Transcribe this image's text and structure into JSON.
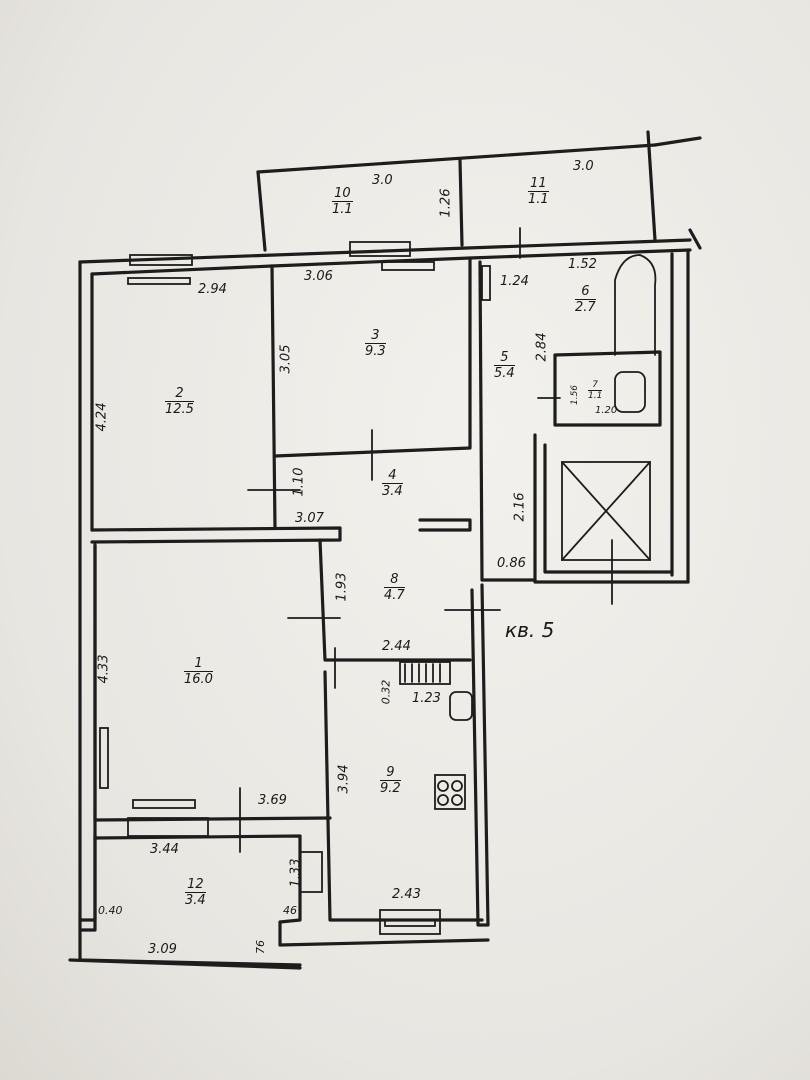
{
  "apartment_label": "кв. 5",
  "rooms": [
    {
      "id": "1",
      "number": "1",
      "area": "16.0"
    },
    {
      "id": "2",
      "number": "2",
      "area": "12.5"
    },
    {
      "id": "3",
      "number": "3",
      "area": "9.3"
    },
    {
      "id": "4",
      "number": "4",
      "area": "3.4"
    },
    {
      "id": "5",
      "number": "5",
      "area": "5.4"
    },
    {
      "id": "6",
      "number": "6",
      "area": "2.7"
    },
    {
      "id": "7",
      "number": "7",
      "area": "1.1"
    },
    {
      "id": "8",
      "number": "8",
      "area": "4.7"
    },
    {
      "id": "9",
      "number": "9",
      "area": "9.2"
    },
    {
      "id": "10",
      "number": "10",
      "area": "1.1"
    },
    {
      "id": "11",
      "number": "11",
      "area": "1.1"
    },
    {
      "id": "12",
      "number": "12",
      "area": "3.4"
    }
  ],
  "dimensions": {
    "d_3_0_a": "3.0",
    "d_3_0_b": "3.0",
    "d_1_26": "1.26",
    "d_2_94": "2.94",
    "d_3_06": "3.06",
    "d_1_24": "1.24",
    "d_1_52": "1.52",
    "d_4_24": "4.24",
    "d_3_05": "3.05",
    "d_2_84": "2.84",
    "d_1_56": "1.56",
    "d_1_20": "1.20",
    "d_1_10": "1.10",
    "d_3_07": "3.07",
    "d_2_16": "2.16",
    "d_0_86": "0.86",
    "d_1_93": "1.93",
    "d_2_44": "2.44",
    "d_4_33": "4.33",
    "d_0_32": "0.32",
    "d_1_23": "1.23",
    "d_3_94": "3.94",
    "d_3_69": "3.69",
    "d_3_44": "3.44",
    "d_1_33": "1.33",
    "d_0_40": "0.40",
    "d_46": "46",
    "d_2_43": "2.43",
    "d_3_09": "3.09",
    "d_76": "76"
  }
}
